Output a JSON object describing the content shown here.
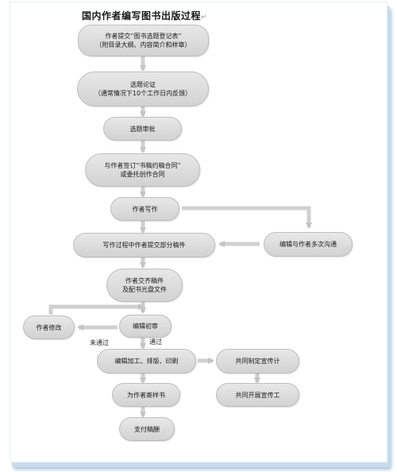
{
  "title": "国内作者编写图书出版过程",
  "title_mark": "↵",
  "nodes": {
    "submit_topic": [
      "作者提交“图书选题登记表”",
      "（附目录大纲、内容简介和样章）"
    ],
    "topic_review": [
      "选题论证",
      "（通常情况下10个工作日内反馈）"
    ],
    "topic_approval": [
      "选题审批"
    ],
    "sign_contract": [
      "与作者签订“书稿约稿合同”",
      "或委托创作合同"
    ],
    "author_writing": [
      "作者写作"
    ],
    "submit_partial": [
      "写作过程中作者提交部分稿件"
    ],
    "editor_communication": [
      "编辑与作者多次沟通"
    ],
    "submit_full": [
      "作者交齐稿件",
      "及配书光盘文件"
    ],
    "author_revision": [
      "作者修改"
    ],
    "first_review": [
      "编辑初审"
    ],
    "editing_printing": [
      "编辑加工、排版、印刷"
    ],
    "publicity_plan": [
      "共同制定宣传计"
    ],
    "send_samples": [
      "为作者寄样书"
    ],
    "publicity_work": [
      "共同开展宣传工"
    ],
    "pay_royalty": [
      "支付稿酬"
    ]
  },
  "labels": {
    "not_passed": "未通过",
    "passed": "通过"
  }
}
